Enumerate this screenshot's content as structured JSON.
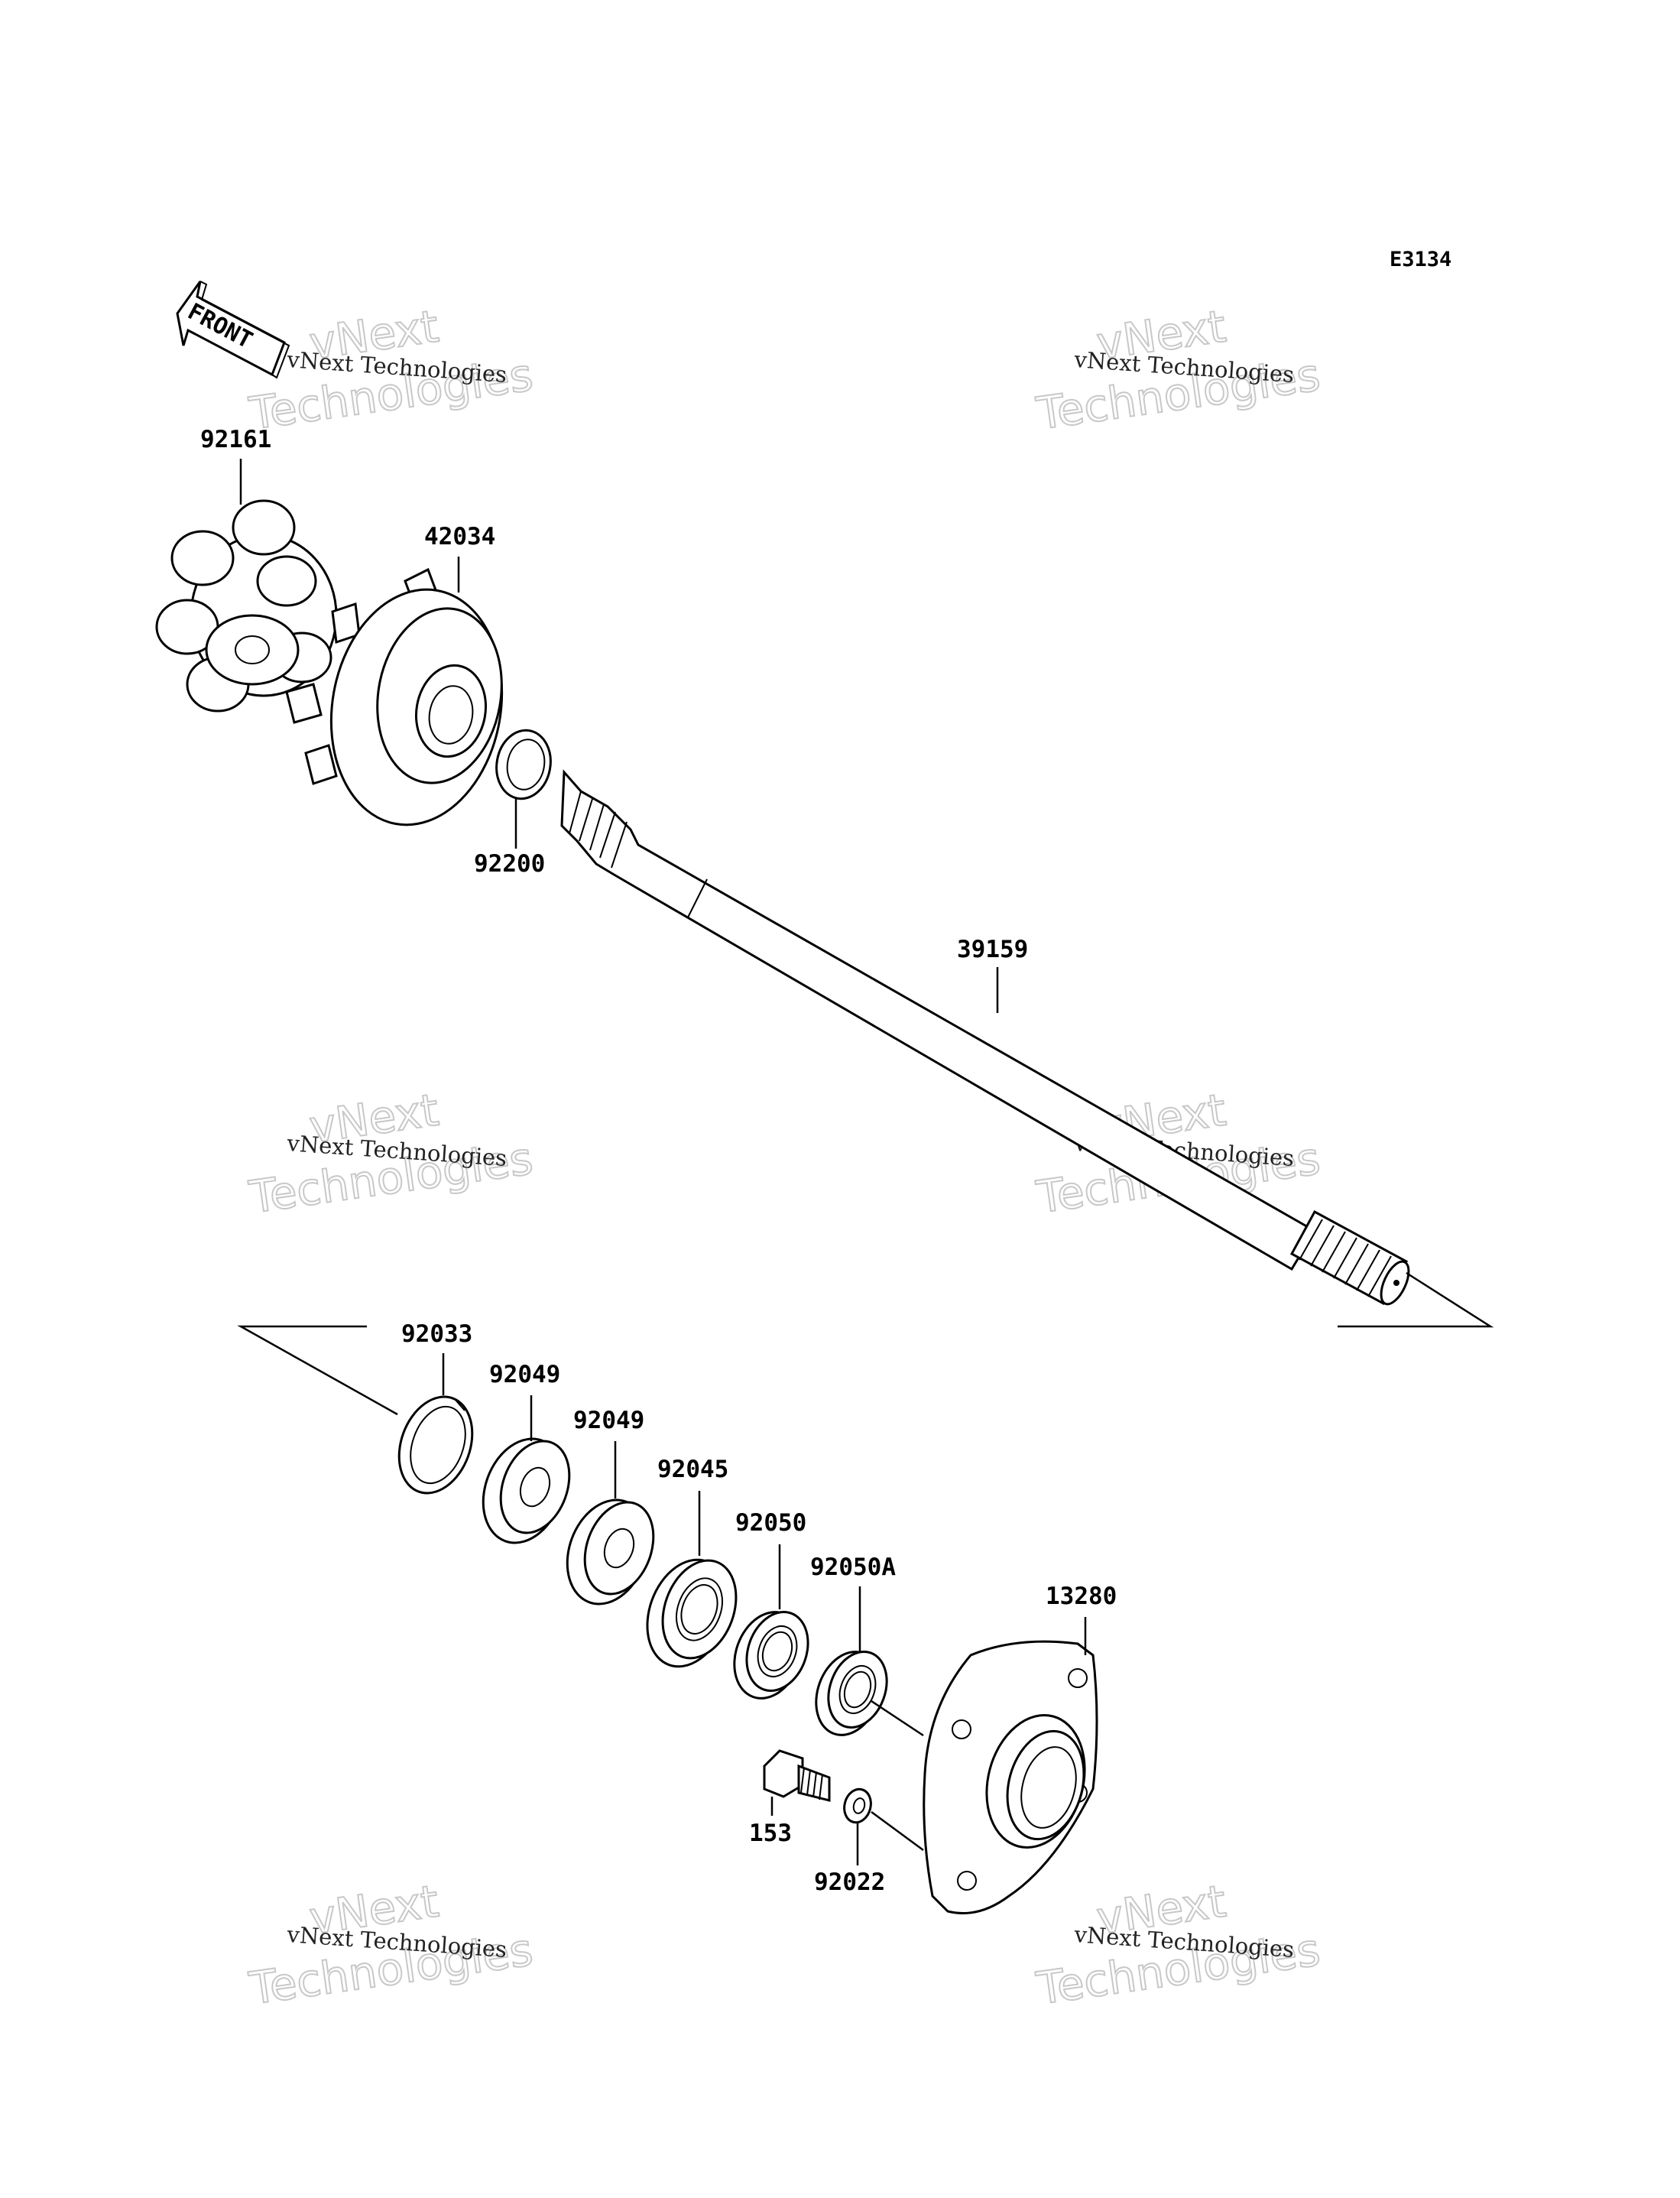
{
  "diagram": {
    "code": "E3134",
    "front_label": "FRONT",
    "parts": [
      {
        "id": "p92161",
        "number": "92161"
      },
      {
        "id": "p42034",
        "number": "42034"
      },
      {
        "id": "p92200",
        "number": "92200"
      },
      {
        "id": "p39159",
        "number": "39159"
      },
      {
        "id": "p92033",
        "number": "92033"
      },
      {
        "id": "p92049a",
        "number": "92049"
      },
      {
        "id": "p92049b",
        "number": "92049"
      },
      {
        "id": "p92045",
        "number": "92045"
      },
      {
        "id": "p92050",
        "number": "92050"
      },
      {
        "id": "p92050A",
        "number": "92050A"
      },
      {
        "id": "p13280",
        "number": "13280"
      },
      {
        "id": "p153",
        "number": "153"
      },
      {
        "id": "p92022",
        "number": "92022"
      }
    ]
  },
  "watermark": {
    "line1": "vNext Technologies",
    "big_top": "vNext",
    "big_bottom": "Technologies"
  }
}
